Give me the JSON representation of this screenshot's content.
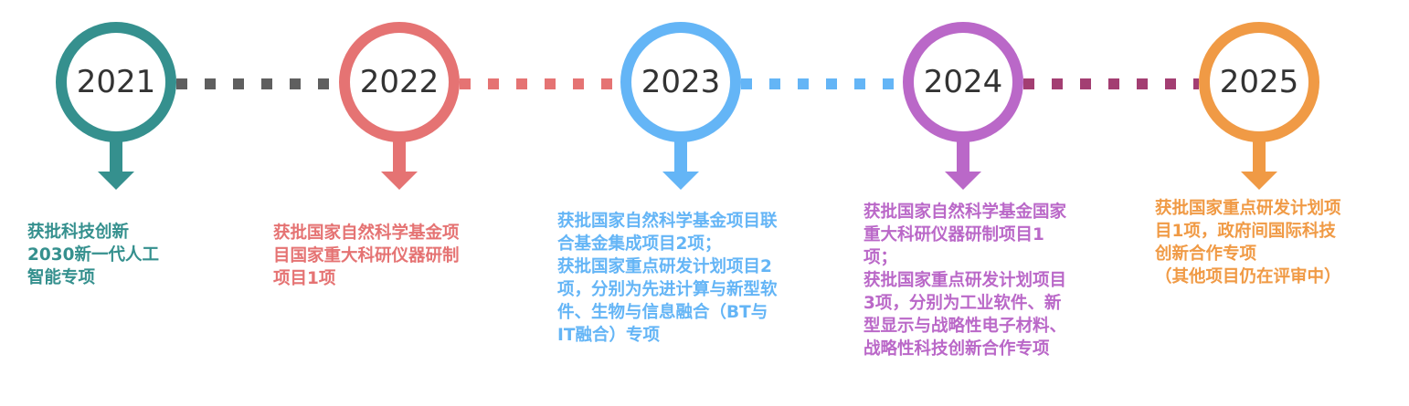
{
  "connector_colors": [
    "#5f5f5f",
    "#e57373",
    "#64b5f6",
    "#a33e72"
  ],
  "items": [
    {
      "year": "2021",
      "color": "#35908e",
      "lines": [
        "获批科技创新",
        "2030新一代人工",
        "智能专项"
      ]
    },
    {
      "year": "2022",
      "color": "#e57373",
      "lines": [
        "获批国家自然科学基金项",
        "目国家重大科研仪器研制",
        "项目1项"
      ]
    },
    {
      "year": "2023",
      "color": "#64b5f6",
      "lines": [
        "获批国家自然科学基金项目联",
        "合基金集成项目2项；",
        "获批国家重点研发计划项目2",
        "项，分别为先进计算与新型软",
        "件、生物与信息融合（BT与",
        "IT融合）专项"
      ]
    },
    {
      "year": "2024",
      "color": "#ba68c8",
      "lines": [
        "获批国家自然科学基金国家",
        "重大科研仪器研制项目1",
        "项；",
        "获批国家重点研发计划项目",
        "3项，分别为工业软件、新",
        "型显示与战略性电子材料、",
        "战略性科技创新合作专项"
      ]
    },
    {
      "year": "2025",
      "color": "#f09a45",
      "lines": [
        "获批国家重点研发计划项",
        "目1项，政府间国际科技",
        "创新合作专项",
        "（其他项目仍在评审中）"
      ]
    }
  ]
}
